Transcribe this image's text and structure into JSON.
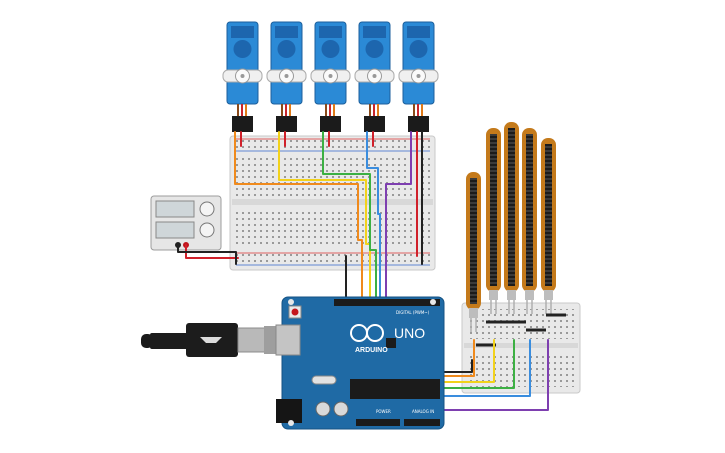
{
  "board": {
    "logo_text": "ARDUINO",
    "model_text": "UNO",
    "digital_header_label": "DIGITAL (PWM~)",
    "power_header_label": "POWER",
    "analog_header_label": "ANALOG IN",
    "color": "#1f6aa5"
  },
  "components": {
    "servo_count": 5,
    "flex_sensor_count": 5,
    "servo_color": "#2b8ad6",
    "flex_color": "#c47a1b"
  },
  "wire_colors": {
    "servo_1": "#f08a1c",
    "servo_2": "#f2d21b",
    "servo_3": "#3cb043",
    "servo_4": "#3a8dde",
    "servo_5": "#7e3fb0",
    "power": "#d0202a",
    "ground": "#222222"
  }
}
